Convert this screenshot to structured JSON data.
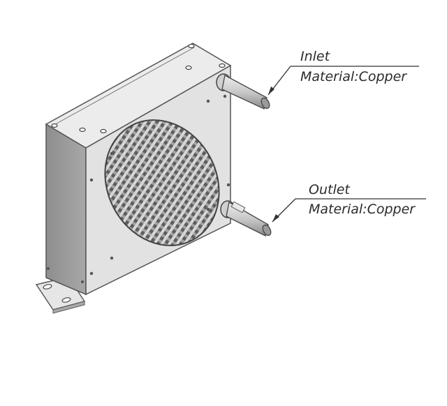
{
  "callouts": {
    "inlet": {
      "title": "Inlet",
      "material": "Material:Copper"
    },
    "outlet": {
      "title": "Outlet",
      "material": "Material:Copper"
    }
  },
  "colors": {
    "outline": "#5a5a5a",
    "front_face": "#e3e3e3",
    "top_face": "#ececec",
    "side_face": "#9a9a9a",
    "fin_dark": "#555555",
    "pipe": "#d4d4d4"
  }
}
